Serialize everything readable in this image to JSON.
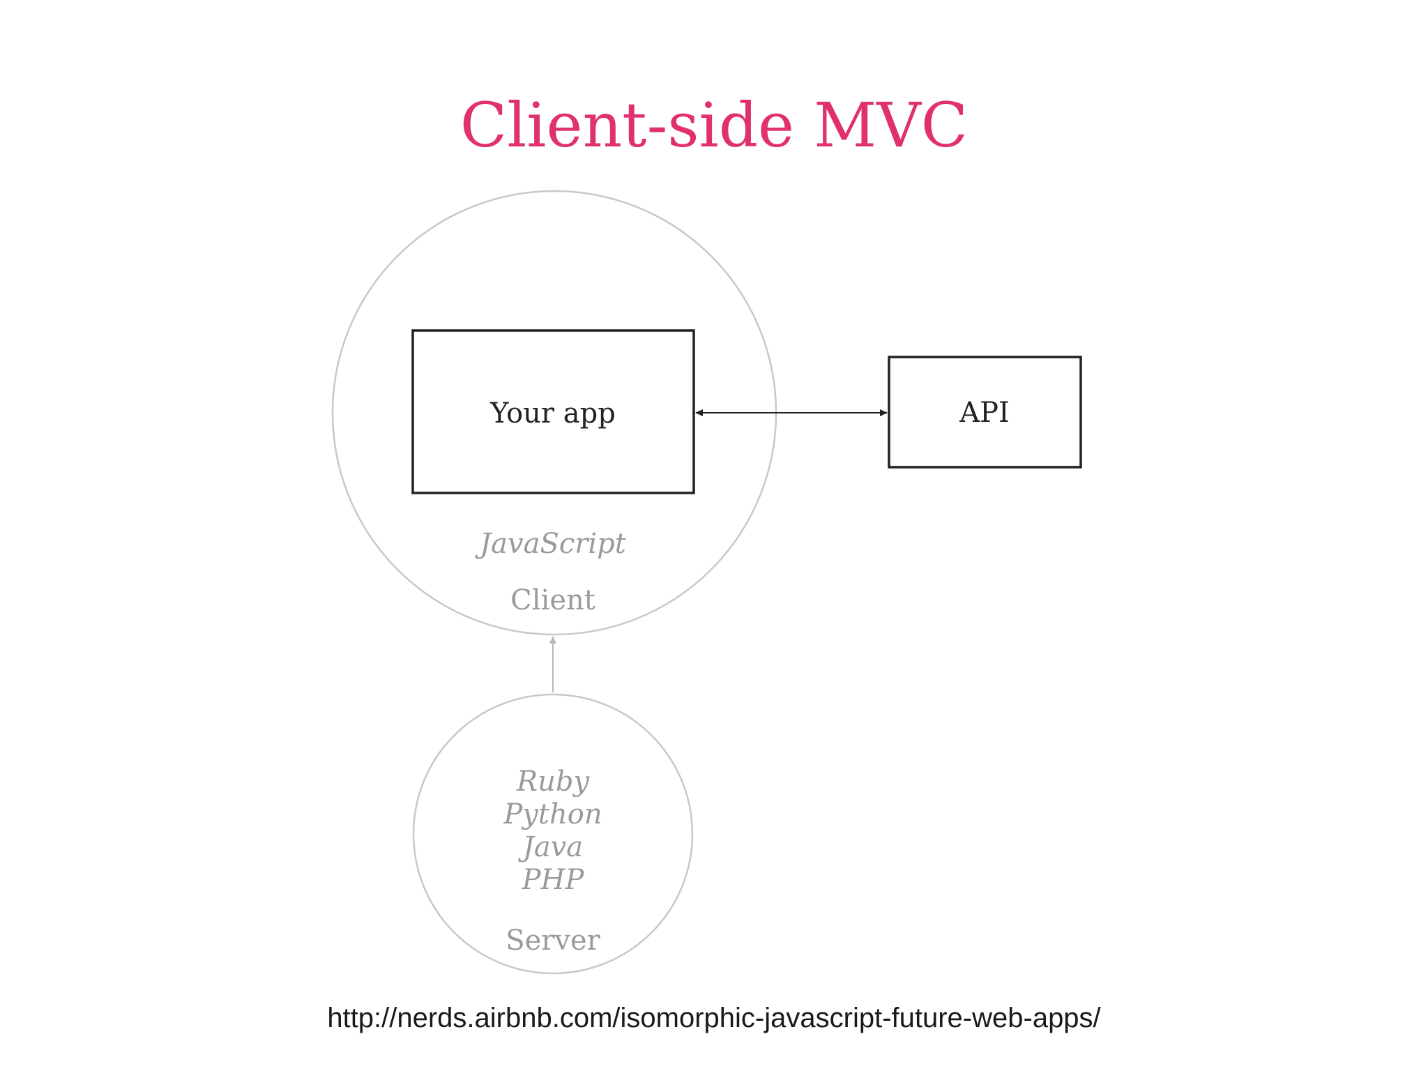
{
  "title": "Client-side MVC",
  "diagram": {
    "app_box": "Your app",
    "api_box": "API",
    "client_language": "JavaScript",
    "client_label": "Client",
    "server_languages": [
      "Ruby",
      "Python",
      "Java",
      "PHP"
    ],
    "server_label": "Server"
  },
  "source_url": "http://nerds.airbnb.com/isomorphic-javascript-future-web-apps/",
  "colors": {
    "title": "#e0306f",
    "circle_stroke": "#c8c8c8",
    "box_stroke": "#222222",
    "grey_text": "#9a9a9a"
  }
}
